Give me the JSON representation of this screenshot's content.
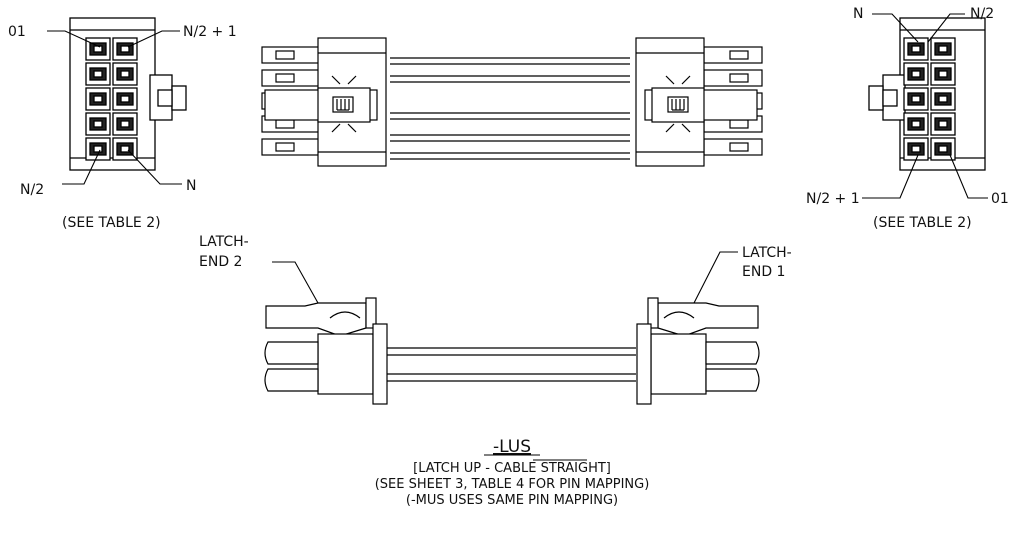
{
  "left_connector": {
    "label_top_left": "01",
    "label_top_right": "N/2 + 1",
    "label_bottom_left": "N/2",
    "label_bottom_right": "N",
    "note": "(SEE TABLE 2)"
  },
  "right_connector": {
    "label_top_left": "N",
    "label_top_right": "N/2",
    "label_bottom_left": "N/2 + 1",
    "label_bottom_right": "01",
    "note": "(SEE TABLE 2)"
  },
  "latch_end_2": {
    "line1": "LATCH-",
    "line2": "END 2"
  },
  "latch_end_1": {
    "line1": "LATCH-",
    "line2": "END 1"
  },
  "caption": {
    "title": "-LUS",
    "line1": "[LATCH UP - CABLE STRAIGHT]",
    "line2": "(SEE SHEET 3, TABLE 4 FOR PIN MAPPING)",
    "line3": "(-MUS USES SAME PIN MAPPING)"
  },
  "colors": {
    "line": "#000000",
    "fill": "#ffffff",
    "cavity": "#222222"
  }
}
